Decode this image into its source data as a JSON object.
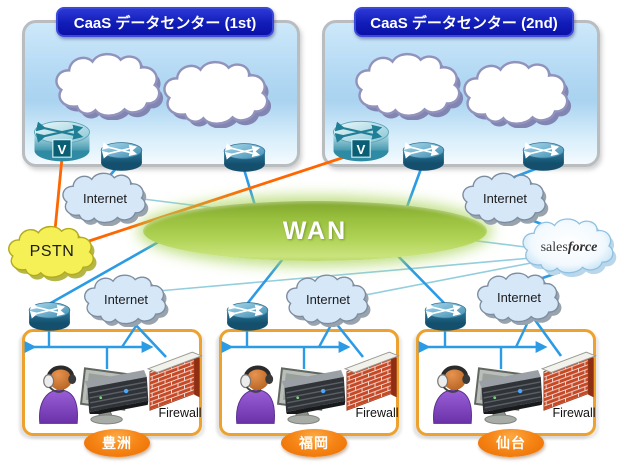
{
  "datacenters": [
    {
      "label": "CaaS データセンター (1st)"
    },
    {
      "label": "CaaS データセンター (2nd)"
    }
  ],
  "network": {
    "wan_label": "WAN",
    "pstn_label": "PSTN",
    "internet_label": "Internet",
    "voice_gateway_label": "V",
    "salesforce": {
      "sales": "sales",
      "force": "force"
    }
  },
  "sites": [
    {
      "name": "豊洲",
      "firewall_label": "Firewall"
    },
    {
      "name": "福岡",
      "firewall_label": "Firewall"
    },
    {
      "name": "仙台",
      "firewall_label": "Firewall"
    }
  ],
  "colors": {
    "wan_green": "#9ac03f",
    "orange_line": "#ff6600",
    "blue_line": "#2b9be6",
    "teal_line": "#93cede",
    "site_border": "#eda22f",
    "badge_blue": "#111cb8",
    "pstn_yellow": "#f5f055"
  }
}
